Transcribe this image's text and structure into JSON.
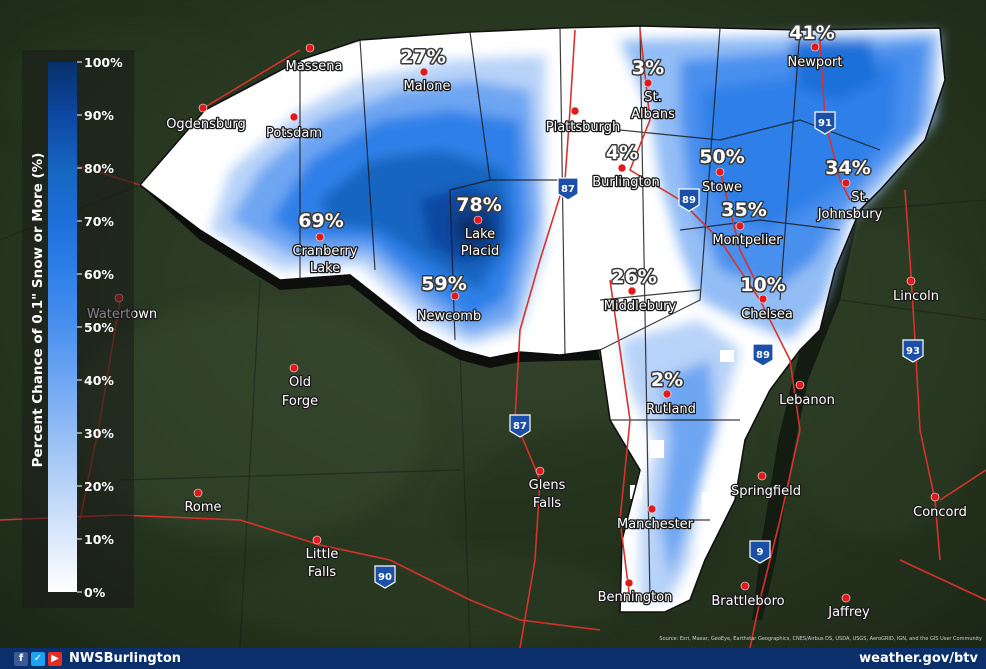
{
  "legend": {
    "title": "Percent Chance of 0.1\" Snow or More (%)",
    "ticks": [
      "100%",
      "90%",
      "80%",
      "70%",
      "60%",
      "50%",
      "40%",
      "30%",
      "20%",
      "10%",
      "0%"
    ],
    "colors": [
      "#08306b",
      "#0d47a1",
      "#1565c0",
      "#1e6fd9",
      "#2f80e8",
      "#4a90ee",
      "#6ea6f2",
      "#93bdf5",
      "#b8d3f8",
      "#dce9fc",
      "#ffffff"
    ]
  },
  "probabilities": [
    {
      "value": "27%",
      "city": "Malone"
    },
    {
      "value": "3%",
      "city": "St. Albans"
    },
    {
      "value": "41%",
      "city": "Newport"
    },
    {
      "value": "4%",
      "city": "Burlington"
    },
    {
      "value": "50%",
      "city": "Stowe"
    },
    {
      "value": "34%",
      "city": "St. Johnsbury"
    },
    {
      "value": "69%",
      "city": "Cranberry Lake"
    },
    {
      "value": "78%",
      "city": "Lake Placid"
    },
    {
      "value": "35%",
      "city": "Montpelier"
    },
    {
      "value": "59%",
      "city": "Newcomb"
    },
    {
      "value": "26%",
      "city": "Middlebury"
    },
    {
      "value": "10%",
      "city": "Chelsea"
    },
    {
      "value": "2%",
      "city": "Rutland"
    }
  ],
  "cities": {
    "massena": "Massena",
    "ogdensburg": "Ogdensburg",
    "potsdam": "Potsdam",
    "malone": "Malone",
    "plattsburgh": "Plattsburgh",
    "st_albans": [
      "St.",
      "Albans"
    ],
    "newport": "Newport",
    "burlington": "Burlington",
    "stowe": "Stowe",
    "st_johnsbury": [
      "St.",
      "Johnsbury"
    ],
    "cranberry_lake": [
      "Cranberry",
      "Lake"
    ],
    "lake_placid": [
      "Lake",
      "Placid"
    ],
    "montpelier": "Montpelier",
    "watertown": "Watertown",
    "newcomb": "Newcomb",
    "middlebury": "Middlebury",
    "chelsea": "Chelsea",
    "lincoln": "Lincoln",
    "old_forge": [
      "Old",
      "Forge"
    ],
    "rutland": "Rutland",
    "lebanon": "Lebanon",
    "glens_falls": [
      "Glens",
      "Falls"
    ],
    "springfield": "Springfield",
    "rome": "Rome",
    "concord": "Concord",
    "manchester": "Manchester",
    "little_falls": [
      "Little",
      "Falls"
    ],
    "bennington": "Bennington",
    "brattleboro": "Brattleboro",
    "jaffrey": "Jaffrey"
  },
  "highways": [
    "87",
    "89",
    "91",
    "93",
    "90",
    "9",
    "87",
    "89"
  ],
  "credit": "Source: Esri, Maxar, GeoEye, Earthstar Geographics, CNES/Airbus DS, USDA, USGS, AeroGRID, IGN, and the GIS User Community",
  "footer": {
    "handle": "NWSBurlington",
    "url": "weather.gov/btv"
  }
}
